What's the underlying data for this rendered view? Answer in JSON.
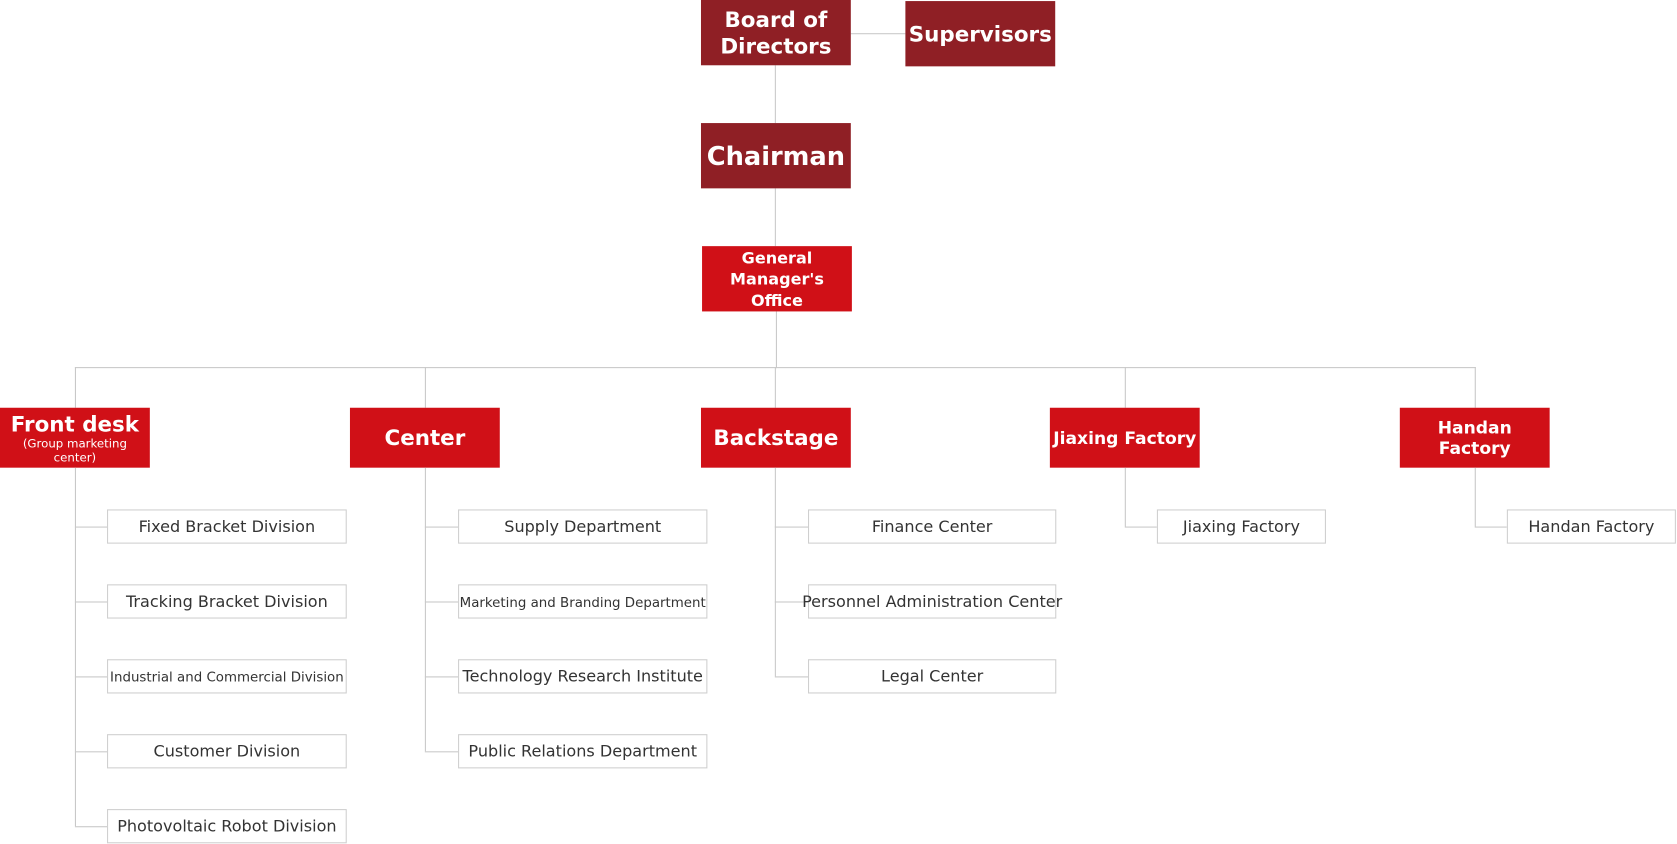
{
  "colors": {
    "top_level": "#8f1f25",
    "department": "#d01017",
    "connector": "#c8c8c8"
  },
  "top": {
    "board": "Board of Directors",
    "supervisors": "Supervisors",
    "chairman": "Chairman",
    "gm_office": "General Manager's Office"
  },
  "departments": [
    {
      "title": "Front desk",
      "subtitle": "(Group marketing center)",
      "children": [
        "Fixed Bracket Division",
        "Tracking Bracket Division",
        "Industrial and Commercial Division",
        "Customer Division",
        "Photovoltaic Robot Division"
      ]
    },
    {
      "title": "Center",
      "children": [
        "Supply Department",
        "Marketing and Branding Department",
        "Technology Research Institute",
        "Public Relations Department"
      ]
    },
    {
      "title": "Backstage",
      "children": [
        "Finance Center",
        "Personnel Administration Center",
        "Legal Center"
      ]
    },
    {
      "title": "Jiaxing Factory",
      "children": [
        "Jiaxing Factory"
      ]
    },
    {
      "title": "Handan Factory",
      "children": [
        "Handan Factory"
      ]
    }
  ]
}
